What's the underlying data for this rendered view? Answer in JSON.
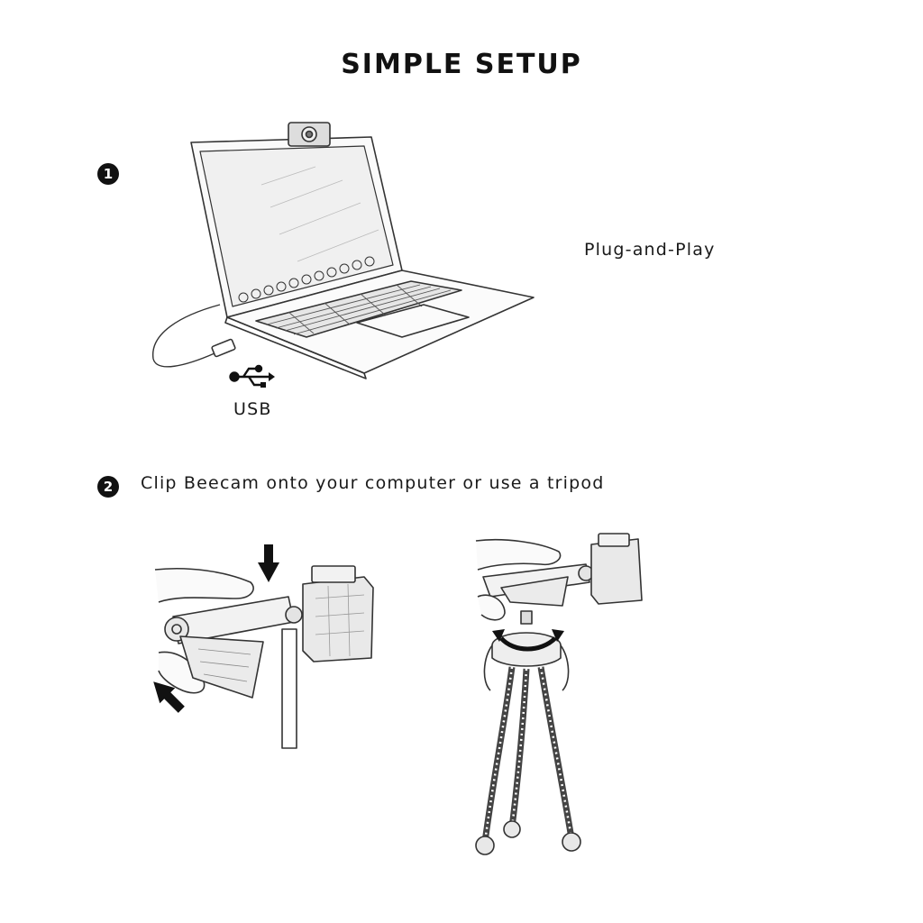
{
  "title": "SIMPLE SETUP",
  "steps": [
    {
      "number": "1",
      "caption": "Plug-and-Play",
      "port_label": "USB"
    },
    {
      "number": "2",
      "caption": "Clip Beecam onto your computer or use a tripod"
    }
  ],
  "icons": {
    "usb": "usb-icon",
    "arrow": "arrow-icon",
    "rotate": "rotate-arrows-icon"
  },
  "colors": {
    "ink": "#1a1a1a",
    "background": "#ffffff"
  }
}
